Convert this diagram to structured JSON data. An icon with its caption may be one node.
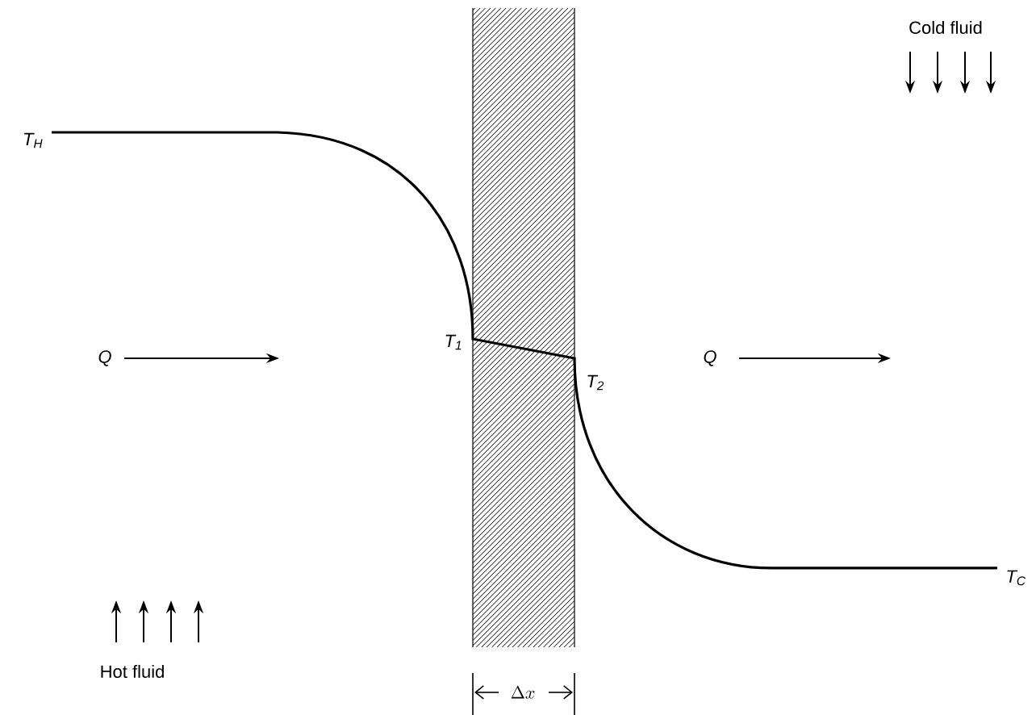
{
  "diagram": {
    "labels": [
      "Cold fluid",
      "T$_{H}$",
      "T$_{1}$",
      "Q",
      "Q",
      "T$_{2}$",
      "T$_{C}$",
      "Hot fluid",
      "\\Delta x"
    ]
  }
}
